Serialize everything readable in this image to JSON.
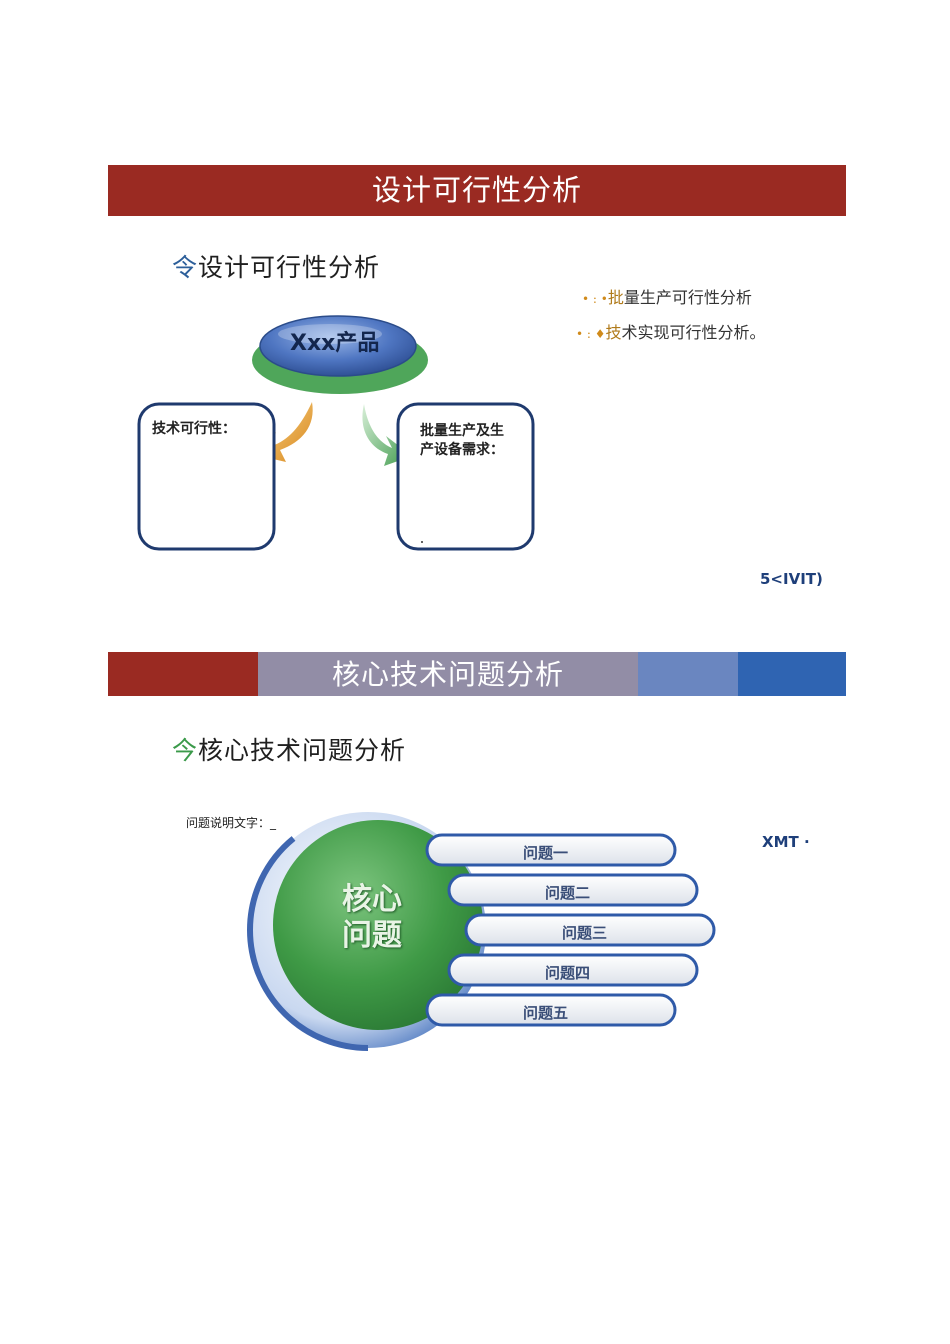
{
  "slide1": {
    "banner_title": "设计可行性分析",
    "subhead_lead": "令",
    "subhead_text": "设计可行性分析",
    "side_items": [
      {
        "dots": "• : •",
        "highlight": "批",
        "rest": "量生产可行性分析"
      },
      {
        "dots": "• : ♦",
        "highlight": "技",
        "rest": "术实现可行性分析。"
      }
    ],
    "product_label": "Xxx产品",
    "left_box_text": "技术可行性：",
    "right_box_text_line1": "批量生产及生",
    "right_box_text_line2": "产设备需求：",
    "page_note": "5<IVIT)",
    "colors": {
      "banner": "#9a2a22",
      "lead": "#2d5f9a",
      "orange_arrow": "#e8a22a",
      "green_arrow": "#4aa65a"
    }
  },
  "slide2": {
    "banner_title": "核心技术问题分析",
    "subhead_lead": "今",
    "subhead_text": "核心技术问题分析",
    "caption": "问题说明文字：_",
    "center_label_line1": "核心",
    "center_label_line2": "问题",
    "problems": [
      "问题一",
      "问题二",
      "问题三",
      "问题四",
      "问题五"
    ],
    "page_note": "XMT ·",
    "colors": {
      "banner_red": "#9a2a22",
      "banner_gray": "#928da6",
      "banner_lightblue": "#6a86c0",
      "banner_blue": "#2f64b2",
      "circle_green": "#3f9a46"
    }
  }
}
